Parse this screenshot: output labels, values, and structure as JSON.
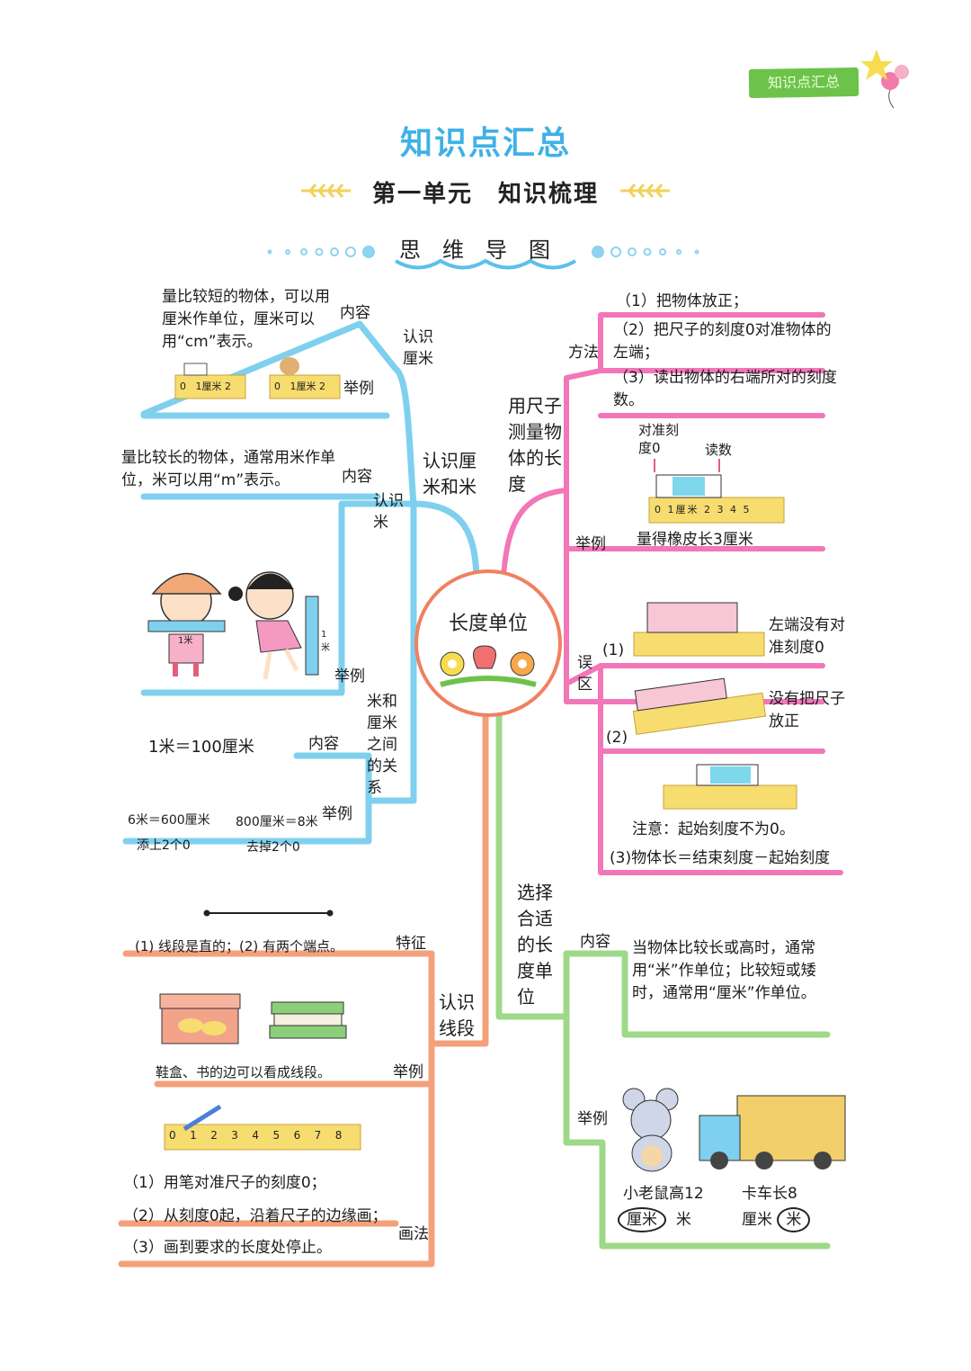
{
  "header": {
    "tag": "知识点汇总",
    "title": "知识点汇总",
    "unit_title": "第一单元　知识梳理",
    "mindmap_title": "思维导图"
  },
  "center": {
    "label": "长度单位"
  },
  "left_top": {
    "branch_label": "认识厘米和米",
    "cm": {
      "label": "认识厘米",
      "content_label": "内容",
      "content_text": "量比较短的物体，可以用厘米作单位，厘米可以用“cm”表示。",
      "example_label": "举例",
      "ruler_zero": "0",
      "ruler_unit": "1厘米",
      "ruler_two": "2"
    },
    "m": {
      "label": "认识米",
      "content_label": "内容",
      "content_text": "量比较长的物体，通常用米作单位，米可以用“m”表示。",
      "example_label": "举例",
      "kid_ruler_text": "1米",
      "pole_text": "1米"
    },
    "relation": {
      "label": "米和厘米之间的关系",
      "content_label": "内容",
      "content_text": "1米＝100厘米",
      "example_label": "举例",
      "ex1": "6米＝600厘米",
      "ex1_note": "添上2个0",
      "ex2": "800厘米＝8米",
      "ex2_note": "去掉2个0"
    }
  },
  "right_top": {
    "branch_label": "用尺子测量物体的长度",
    "method": {
      "label": "方法",
      "step1": "（1）把物体放正；",
      "step2": "（2）把尺子的刻度0对准物体的左端；",
      "step3": "（3）读出物体的右端所对的刻度数。"
    },
    "example": {
      "label": "举例",
      "align_note": "对准刻度0",
      "read_note": "读数",
      "result": "量得橡皮长3厘米",
      "ruler_ticks": [
        "0",
        "1厘米",
        "2",
        "3",
        "4",
        "5"
      ]
    },
    "mistakes": {
      "label": "误区",
      "m1_num": "(1)",
      "m1_text": "左端没有对准刻度0",
      "m2_num": "(2)",
      "m2_text": "没有把尺子放正",
      "note": "注意：起始刻度不为0。",
      "m3": "(3)物体长＝结束刻度－起始刻度"
    }
  },
  "left_bottom": {
    "branch_label": "认识线段",
    "feature": {
      "label": "特征",
      "text": "(1) 线段是直的；(2) 有两个端点。"
    },
    "example": {
      "label": "举例",
      "text": "鞋盒、书的边可以看成线段。"
    },
    "draw": {
      "label": "画法",
      "step1": "（1）用笔对准尺子的刻度0；",
      "step2": "（2）从刻度0起，沿着尺子的边缘画；",
      "step3": "（3）画到要求的长度处停止。",
      "ruler_ticks": [
        "0",
        "1",
        "2",
        "3",
        "4",
        "5",
        "6",
        "7",
        "8"
      ]
    }
  },
  "right_bottom": {
    "branch_label": "选择合适的长度单位",
    "content": {
      "label": "内容",
      "text": "当物体比较长或高时，通常用“米”作单位；比较短或矮时，通常用“厘米”作单位。"
    },
    "example": {
      "label": "举例",
      "mouse_text": "小老鼠高12",
      "mouse_answer": "厘米",
      "mouse_option": "米",
      "truck_text": "卡车长8",
      "truck_option": "厘米",
      "truck_answer": "米"
    }
  },
  "colors": {
    "blue_branch": "#7fd0ee",
    "pink_branch": "#f276b8",
    "orange_branch": "#f4a07a",
    "green_branch": "#9ed98a",
    "title_blue": "#3fb1e6",
    "tag_green": "#6dc24a",
    "ruler_yellow": "#f7dc6f"
  }
}
